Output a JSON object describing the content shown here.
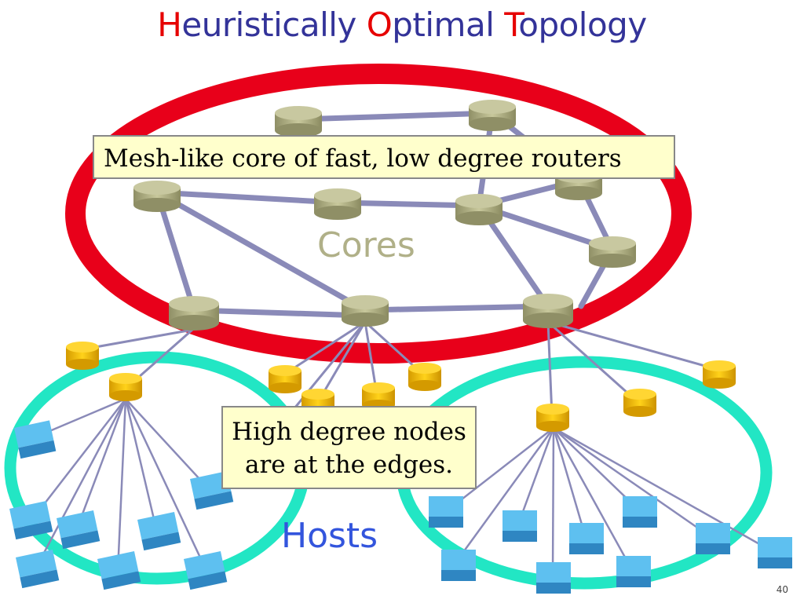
{
  "title": {
    "parts": [
      {
        "initial": "H",
        "rest": "euristically "
      },
      {
        "initial": "O",
        "rest": "ptimal "
      },
      {
        "initial": "T",
        "rest": "opology"
      }
    ]
  },
  "callouts": {
    "core": "Mesh-like core of fast, low degree routers",
    "edge_line1": "High degree nodes",
    "edge_line2": "are at the edges."
  },
  "labels": {
    "cores": "Cores",
    "hosts": "Hosts"
  },
  "page_number": "40",
  "colors": {
    "title_text": "#333399",
    "title_initial": "#e60000",
    "core_ring": "#e8001a",
    "host_ring": "#22e6c4",
    "link": "#8a8ab8",
    "core_router": "#b8b88c",
    "edge_router": "#f5c400",
    "host": "#4ab0e8",
    "callout_fill": "#ffffcc",
    "cores_label": "#b0b088",
    "hosts_label": "#3355dd"
  },
  "icons": {
    "core_router": "cylinder-router-icon",
    "edge_router": "cylinder-router-icon",
    "host": "box-host-icon"
  }
}
